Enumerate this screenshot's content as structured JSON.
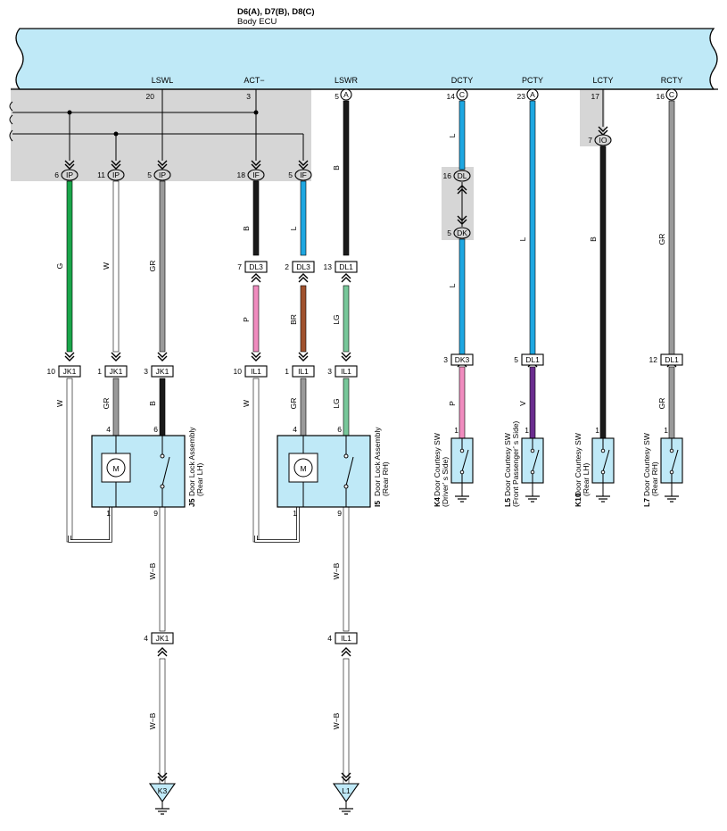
{
  "ecu": {
    "connectors_label": "D6(A), D7(B), D8(C)",
    "name": "Body ECU",
    "fill_color": "#bfe9f7",
    "signals": [
      {
        "id": "lswl",
        "name": "LSWL",
        "pin": "20"
      },
      {
        "id": "act",
        "name": "ACT−",
        "pin": "3"
      },
      {
        "id": "lswr",
        "name": "LSWR",
        "pin": "5",
        "connector": "A"
      },
      {
        "id": "dcty",
        "name": "DCTY",
        "pin": "14",
        "connector": "C"
      },
      {
        "id": "pcty",
        "name": "PCTY",
        "pin": "23",
        "connector": "A"
      },
      {
        "id": "lcty",
        "name": "LCTY",
        "pin": "17"
      },
      {
        "id": "rcty",
        "name": "RCTY",
        "pin": "16",
        "connector": "C"
      }
    ]
  },
  "wire_colors": {
    "G": "#1aa64a",
    "W": "#ffffff",
    "GR": "#9a9a9a",
    "B": "#1a1a1a",
    "L": "#1ea7e1",
    "P": "#f08cbf",
    "BR": "#a0522d",
    "LG": "#78c79a",
    "V": "#6b2d8f",
    "W-B": "#ffffff"
  },
  "junctions": {
    "ip1": {
      "pin": "6",
      "name": "IP"
    },
    "ip2": {
      "pin": "11",
      "name": "IP"
    },
    "ip3": {
      "pin": "5",
      "name": "IP"
    },
    "if1": {
      "pin": "18",
      "name": "IF"
    },
    "if2": {
      "pin": "5",
      "name": "IF"
    },
    "dl": {
      "pin": "16",
      "name": "DL"
    },
    "dk": {
      "pin": "5",
      "name": "DK"
    },
    "io": {
      "pin": "7",
      "name": "IO"
    }
  },
  "connectors": {
    "jk1a": {
      "pin": "10",
      "name": "JK1"
    },
    "jk1b": {
      "pin": "1",
      "name": "JK1"
    },
    "jk1c": {
      "pin": "3",
      "name": "JK1"
    },
    "dl3a": {
      "pin": "7",
      "name": "DL3"
    },
    "dl3b": {
      "pin": "2",
      "name": "DL3"
    },
    "dl1a": {
      "pin": "13",
      "name": "DL1"
    },
    "il1a": {
      "pin": "10",
      "name": "IL1"
    },
    "il1b": {
      "pin": "1",
      "name": "IL1"
    },
    "il1c": {
      "pin": "3",
      "name": "IL1"
    },
    "dk3": {
      "pin": "3",
      "name": "DK3"
    },
    "dl1b": {
      "pin": "5",
      "name": "DL1"
    },
    "dl1c": {
      "pin": "12",
      "name": "DL1"
    },
    "jk1d": {
      "pin": "4",
      "name": "JK1"
    },
    "il1d": {
      "pin": "4",
      "name": "IL1"
    }
  },
  "wire_labels": {
    "g": "G",
    "w": "W",
    "gr": "GR",
    "b": "B",
    "l": "L",
    "p": "P",
    "br": "BR",
    "lg": "LG",
    "v": "V",
    "wb": "W−B"
  },
  "components": {
    "j5": {
      "code": "J5",
      "name": "Door Lock Assembly",
      "side": "(Rear LH)",
      "pins": [
        "4",
        "6",
        "1",
        "9"
      ],
      "motor": "M"
    },
    "i5": {
      "code": "I5",
      "name": "Door Lock Assembly",
      "side": "(Rear RH)",
      "pins": [
        "4",
        "6",
        "1",
        "9"
      ],
      "motor": "M"
    },
    "k4": {
      "code": "K4",
      "name": "Door Courtesy SW",
      "side": "(Driver’ s Side)",
      "pin": "1"
    },
    "l5": {
      "code": "L5",
      "name": "Door Courtesy SW",
      "side": "(Front Passenger’ s Side)",
      "pin": "1"
    },
    "k10": {
      "code": "K10",
      "name": "Door Courtesy SW",
      "side": "(Rear LH)",
      "pin": "1"
    },
    "l7": {
      "code": "L7",
      "name": "Door Courtesy SW",
      "side": "(Rear RH)",
      "pin": "1"
    }
  },
  "grounds": {
    "k3": "K3",
    "l1": "L1"
  }
}
